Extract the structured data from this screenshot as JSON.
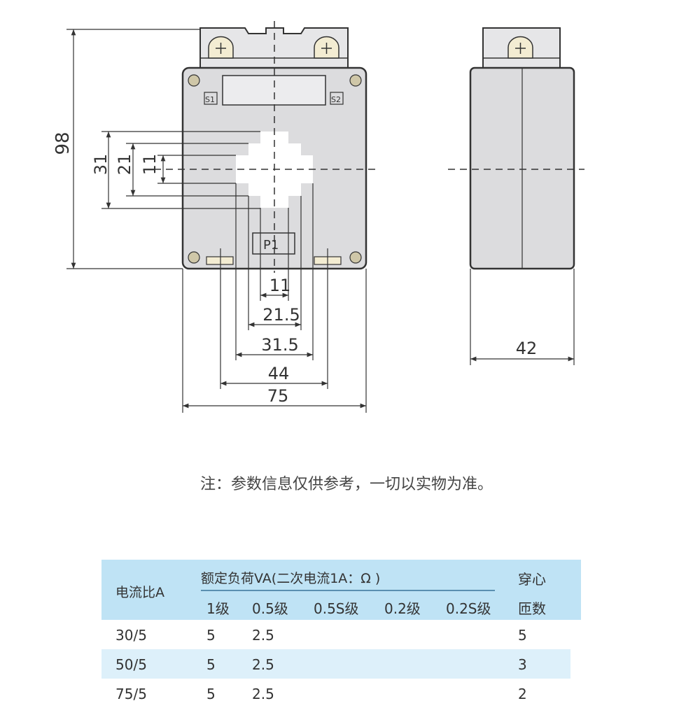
{
  "drawing": {
    "terminal_labels": [
      "S1",
      "S2"
    ],
    "primary_label": "P1",
    "dimensions": {
      "height_total": "98",
      "opening_outer_height": "31",
      "opening_mid_height": "21",
      "opening_inner_height": "11",
      "opening_inner_width": "11",
      "opening_mid_width": "21.5",
      "opening_outer_width": "31.5",
      "mount_spacing": "44",
      "width_total": "75",
      "depth": "42"
    }
  },
  "note": "注：参数信息仅供参考，一切以实物为准。",
  "table": {
    "col_ratio": "电流比A",
    "group_header": "额定负荷VA(二次电流1A：Ω )",
    "sub_headers": [
      "1级",
      "0.5级",
      "0.5S级",
      "0.2级",
      "0.2S级"
    ],
    "turns_header_1": "穿心",
    "turns_header_2": "匝数",
    "rows": [
      {
        "ratio": "30/5",
        "c1": "5",
        "c05": "2.5",
        "turns": "5"
      },
      {
        "ratio": "50/5",
        "c1": "5",
        "c05": "2.5",
        "turns": "3"
      },
      {
        "ratio": "75/5",
        "c1": "5",
        "c05": "2.5",
        "turns": "2"
      }
    ],
    "colors": {
      "header": "#bfe3f5",
      "alt_row": "#ddf0fa"
    }
  }
}
